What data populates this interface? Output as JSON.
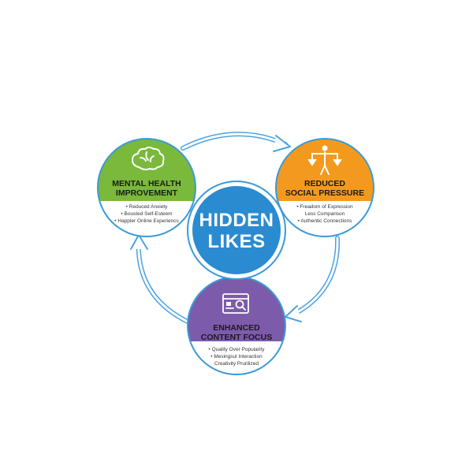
{
  "hub": {
    "line1": "HIDDEN",
    "line2": "LIKES",
    "color": "#2a8bd0"
  },
  "nodes": [
    {
      "id": "mental",
      "icon": "brain-icon",
      "title_line1": "MENTAL HEALTH",
      "title_line2": "IMPROVEMENT",
      "color": "#7ab93b",
      "bullets": [
        "• Reduced Anxiety",
        "• Bousted Self-Esteem",
        "• Happler Online Experiencs"
      ]
    },
    {
      "id": "social",
      "icon": "balance-person-icon",
      "title_line1": "REDUCED",
      "title_line2": "SOCIAL PRESSURE",
      "color": "#f39a1e",
      "bullets": [
        "• Freadom of Expression",
        "Less Comparison",
        "• Authentic Connections"
      ]
    },
    {
      "id": "content",
      "icon": "content-search-icon",
      "title_line1": "ENHANCED",
      "title_line2": "CONTENT FOCUS",
      "color": "#7d5bab",
      "bullets": [
        "• Quality Over Popularity",
        "• Mesingsul Interaction",
        "Creativity Prurilized"
      ]
    }
  ],
  "colors": {
    "ring": "#3a9ad9",
    "arrow": "#4aa3df"
  }
}
